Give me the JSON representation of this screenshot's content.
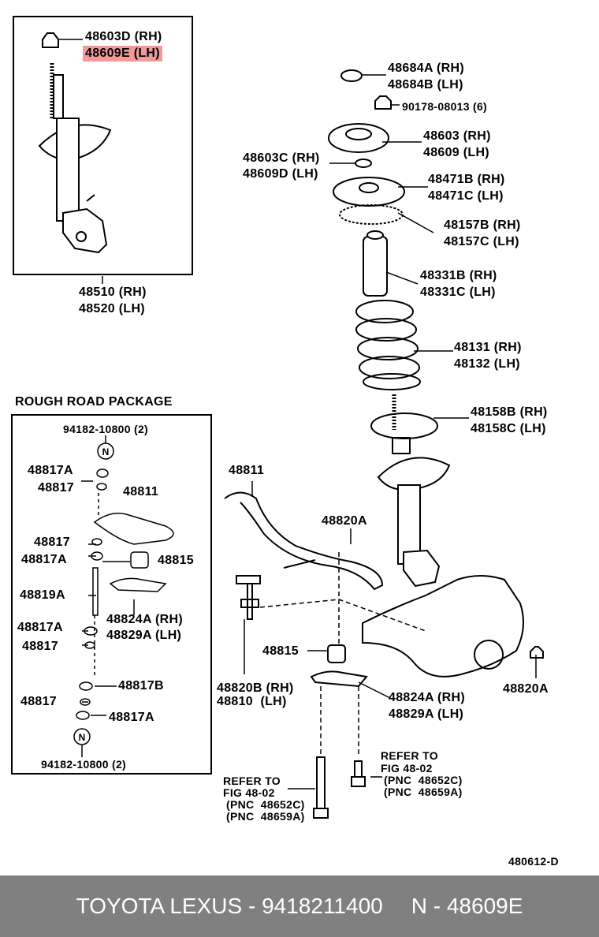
{
  "diagram_code": "480612-D",
  "section_title": "ROUGH ROAD PACKAGE",
  "inset_top": {
    "labels": [
      "48603D (RH)",
      "48609E (LH)",
      "48510 (RH)",
      "48520 (LH)"
    ],
    "highlighted": "48609E (LH)"
  },
  "main_labels": [
    "48684A (RH)",
    "48684B (LH)",
    "90178-08013 (6)",
    "48603 (RH)",
    "48609 (LH)",
    "48603C (RH)",
    "48609D (LH)",
    "48471B (RH)",
    "48471C (LH)",
    "48157B (RH)",
    "48157C (LH)",
    "48331B (RH)",
    "48331C (LH)",
    "48131 (RH)",
    "48132 (LH)",
    "48158B (RH)",
    "48158C (LH)",
    "48811",
    "48820A",
    "48815",
    "48820B (RH)",
    "48810  (LH)",
    "48824A (RH)",
    "48829A (LH)",
    "48820A"
  ],
  "refer_right": [
    "REFER TO",
    "FIG 48-02",
    "(PNC  48652C)",
    "(PNC  48659A)"
  ],
  "refer_left": [
    "REFER TO",
    "FIG 48-02",
    "(PNC  48652C)",
    "(PNC  48659A)"
  ],
  "rough_road": {
    "labels": [
      "94182-10800 (2)",
      "N",
      "48817A",
      "48817",
      "48811",
      "48817",
      "48817A",
      "48815",
      "48819A",
      "48824A (RH)",
      "48829A (LH)",
      "48817A",
      "48817",
      "48817B",
      "48817",
      "48817A",
      "N",
      "94182-10800 (2)"
    ]
  },
  "footer": {
    "brand": "TOYOTA LEXUS",
    "sep1": " - ",
    "part_number": "9418211400",
    "ref_prefix": "N",
    "sep2": " - ",
    "ref_part": "48609E"
  },
  "colors": {
    "highlight": "#f29a9a",
    "footer_bg": "#808080",
    "footer_text": "#ffffff"
  }
}
